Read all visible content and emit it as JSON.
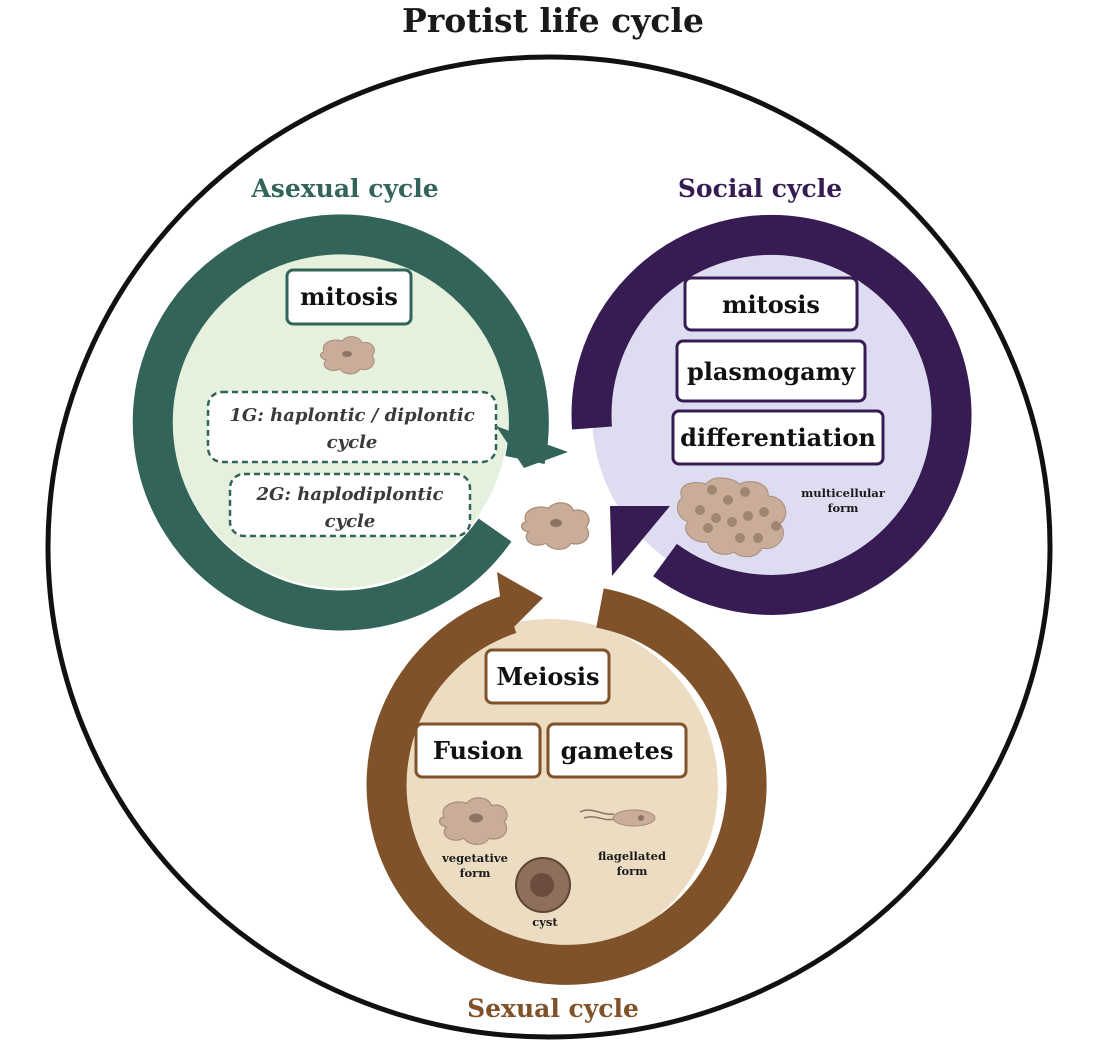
{
  "title": "Protist life cycle",
  "colors": {
    "asexual": "#33645a",
    "asexual_fill": "#e5f1dc",
    "social": "#361c52",
    "social_fill": "#dedcf1",
    "sexual": "#80522a",
    "sexual_fill": "#ecdcc2",
    "cell": "#c9ac99"
  },
  "asexual": {
    "label": "Asexual cycle",
    "box": "mitosis",
    "dashed1_line1": "1G: haplontic / diplontic",
    "dashed1_line2": "cycle",
    "dashed2_line1": "2G: haplodiplontic",
    "dashed2_line2": "cycle"
  },
  "social": {
    "label": "Social  cycle",
    "boxes": [
      "mitosis",
      "plasmogamy",
      "differentiation"
    ],
    "form_line1": "multicellular",
    "form_line2": "form"
  },
  "sexual": {
    "label": "Sexual cycle",
    "box_meiosis": "Meiosis",
    "box_fusion": "Fusion",
    "box_gametes": "gametes",
    "vegetative_line1": "vegetative",
    "vegetative_line2": "form",
    "flagellated_line1": "flagellated",
    "flagellated_line2": "form",
    "cyst": "cyst"
  }
}
